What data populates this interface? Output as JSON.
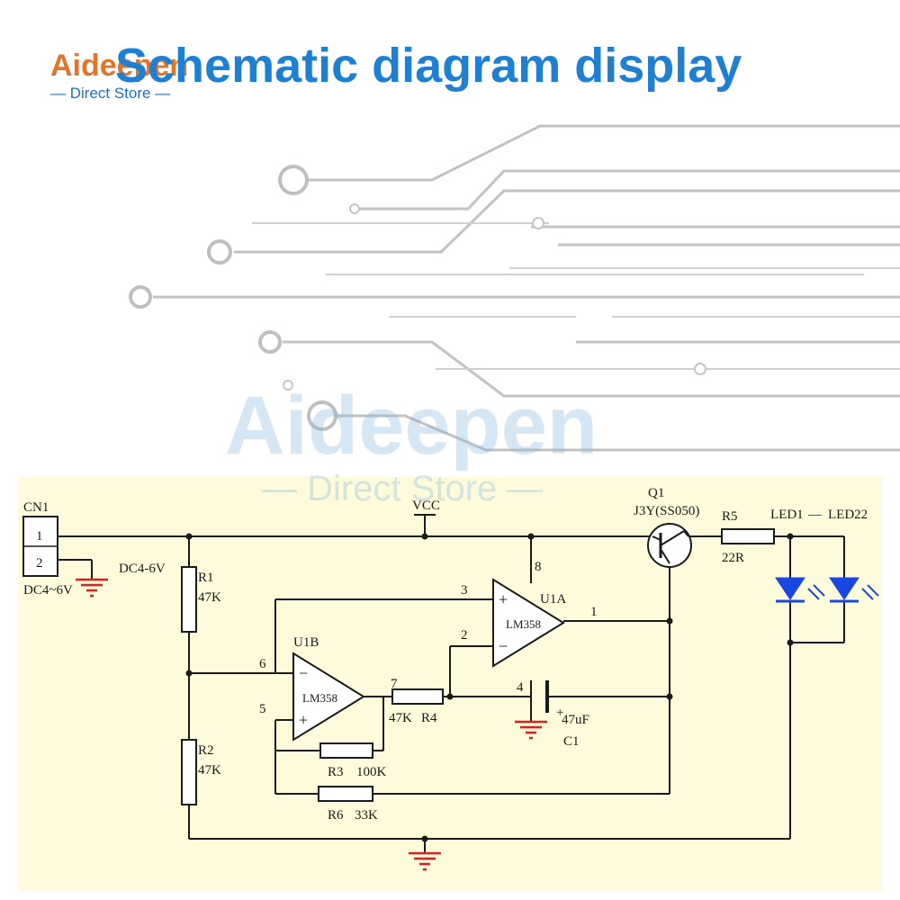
{
  "title": "Schematic diagram display",
  "brand": {
    "name": "Aideepen",
    "sub": "— Direct Store —"
  },
  "watermark": {
    "name": "Aideepen",
    "sub": "— Direct Store —"
  },
  "colors": {
    "title": "#1f7fd0",
    "panel": "#fdfbdc",
    "ground": "#e02020",
    "led": "#1a47e0",
    "wire": "#1a1a1a"
  },
  "schematic": {
    "connector": {
      "ref": "CN1",
      "pin1": "1",
      "pin2": "2",
      "supply": "DC4~6V"
    },
    "supply_label": "DC4-6V",
    "vcc": "VCC",
    "r1": {
      "ref": "R1",
      "value": "47K"
    },
    "r2": {
      "ref": "R2",
      "value": "47K"
    },
    "r3": {
      "ref": "R3",
      "value": "100K"
    },
    "r4": {
      "ref": "R4",
      "value": "47K"
    },
    "r5": {
      "ref": "R5",
      "value": "22R"
    },
    "r6": {
      "ref": "R6",
      "value": "33K"
    },
    "u1a": {
      "ref": "U1A",
      "part": "LM358",
      "pin_plus": "3",
      "pin_minus": "2",
      "pin_out": "1",
      "pin_vcc": "8"
    },
    "u1b": {
      "ref": "U1B",
      "part": "LM358",
      "pin_minus": "6",
      "pin_plus": "5",
      "pin_out": "7"
    },
    "c1": {
      "ref": "C1",
      "value": "47uF",
      "pin_label": "4"
    },
    "q1": {
      "ref": "Q1",
      "part": "J3Y(SS050)"
    },
    "leds": {
      "label_start": "LED1",
      "label_end": "LED22"
    },
    "opamp_plus": "+",
    "opamp_minus": "−",
    "cap_plus": "+"
  }
}
